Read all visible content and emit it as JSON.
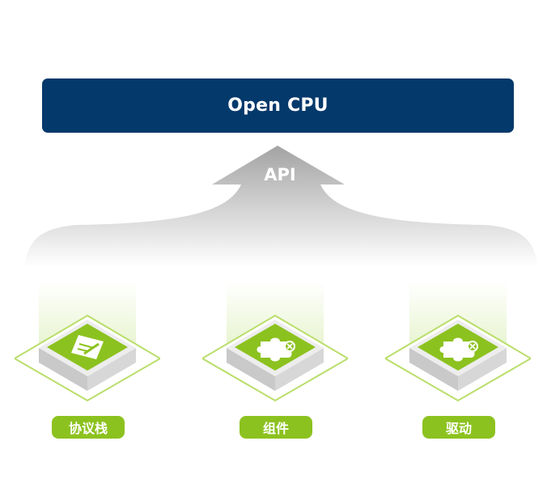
{
  "cpu": {
    "label": "Open CPU"
  },
  "api": {
    "label": "API"
  },
  "modules": [
    {
      "label": "协议栈",
      "icon": "document-pen-icon"
    },
    {
      "label": "组件",
      "icon": "puzzle-piece-icon"
    },
    {
      "label": "驱动",
      "icon": "puzzle-piece-icon"
    }
  ],
  "colors": {
    "cpu_bg": "#04396b",
    "green": "#8cc21f",
    "green_light": "#b9de6a",
    "arrow_gray": "#a9a9a9"
  }
}
